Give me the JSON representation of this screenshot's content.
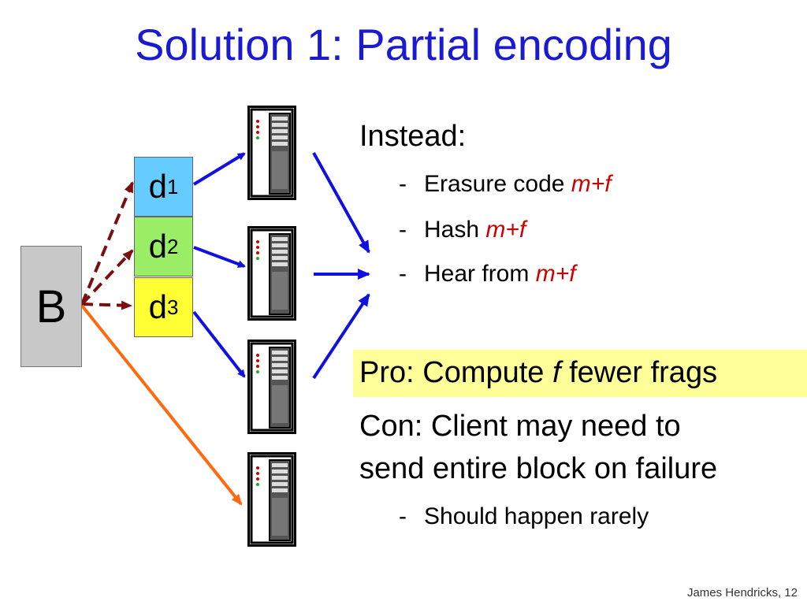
{
  "slide": {
    "title": "Solution 1: Partial encoding",
    "block_label": "B",
    "fragments": [
      {
        "base": "d",
        "sub": "1"
      },
      {
        "base": "d",
        "sub": "2"
      },
      {
        "base": "d",
        "sub": "3"
      }
    ],
    "instead": "Instead:",
    "bullets": [
      {
        "dash": "-",
        "text": "Erasure code ",
        "em": "m+f"
      },
      {
        "dash": "-",
        "text": "Hash ",
        "em": "m+f"
      },
      {
        "dash": "-",
        "text": "Hear from ",
        "em": "m+f"
      }
    ],
    "pro": {
      "prefix": "Pro: Compute ",
      "em": "f",
      "suffix": " fewer frags"
    },
    "con": {
      "line1": "Con: Client may need to",
      "line2": "send entire block on failure"
    },
    "sub_bullet": {
      "dash": "-",
      "text": "Should happen rarely"
    },
    "footer": "James Hendricks, 12",
    "colors": {
      "title": "#1a1ad0",
      "blue_arrow": "#1010e0",
      "dashed_arrow": "#7a0f0f",
      "orange_arrow": "#ff6a10",
      "frag1": "#66ccff",
      "frag2": "#99ee66",
      "frag3": "#ffff33",
      "highlight": "#ffff99",
      "math_red": "#cc0000"
    }
  }
}
